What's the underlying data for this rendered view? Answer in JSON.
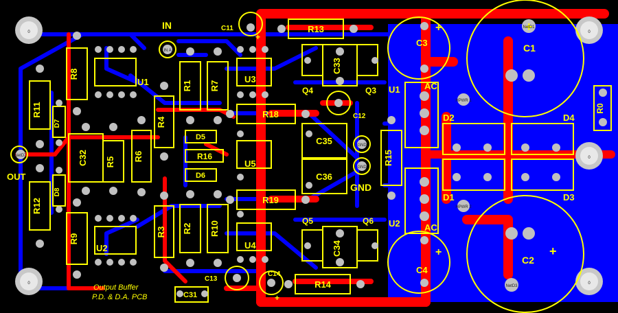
{
  "board": {
    "background": "#000000",
    "colors": {
      "top_copper": "#ff0000",
      "bottom_copper": "#0000ff",
      "silkscreen": "#ffff00",
      "pad": "#c0c0c0",
      "mount_hole": "#c8c8c8"
    },
    "title_line1": "Output Buffer",
    "title_line2": "P.D. & D.A. PCB",
    "in_label": "IN",
    "out_label": "OUT",
    "gnd_label": "GND",
    "ac_label_1": "AC",
    "ac_label_2": "AC",
    "mount_hole_label": "0"
  },
  "components": {
    "r8": "R8",
    "r9": "R9",
    "r11": "R11",
    "r12": "R12",
    "r1": "R1",
    "r2": "R2",
    "r3": "R3",
    "r4": "R4",
    "r5": "R5",
    "r6": "R6",
    "r7": "R7",
    "r10": "R10",
    "r13": "R13",
    "r14": "R14",
    "r15": "R15",
    "r16": "R16",
    "r18": "R18",
    "r19": "R19",
    "r0": "R0",
    "u1": "U1",
    "u2": "U2",
    "u3": "U3",
    "u4": "U4",
    "u5": "U5",
    "u1b": "U1",
    "u2b": "U2",
    "q3": "Q3",
    "q4": "Q4",
    "q5": "Q5",
    "q6": "Q6",
    "c1": "C1",
    "c2": "C2",
    "c3": "C3",
    "c4": "C4",
    "c11": "C11",
    "c12": "C12",
    "c13": "C13",
    "c14": "C14",
    "c31": "C31",
    "c32": "C32",
    "c33": "C33",
    "c34": "C34",
    "c35": "C35",
    "c36": "C36",
    "d1": "D1",
    "d2": "D2",
    "d3": "D3",
    "d4": "D4",
    "d5": "D5",
    "d6": "D6",
    "d7": "D7",
    "d8": "D8",
    "plus": "+"
  },
  "pad_labels": {
    "in_a": "IN A",
    "net_d7": "NetD7",
    "gnd": "GND",
    "gnd2": "GND",
    "hpwr1": "HPWR 1",
    "hpwr2": "HPWR 2",
    "net_d3": "NetD3",
    "net_d1": "NetD1"
  }
}
